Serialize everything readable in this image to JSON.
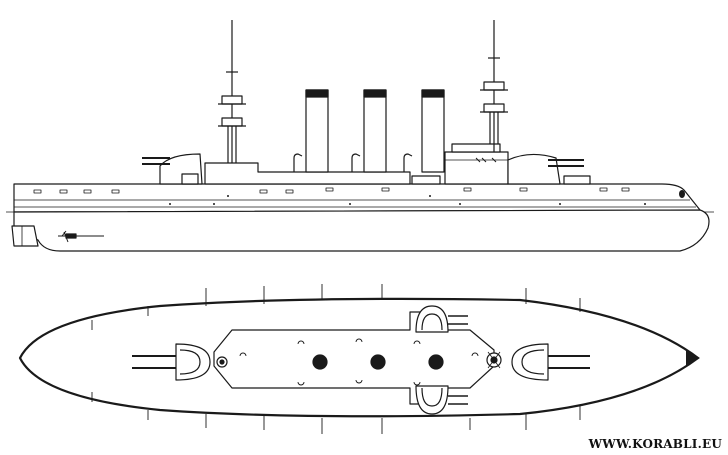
{
  "watermark": {
    "text": "WWW.KORABLI.EU"
  },
  "drawing": {
    "views": [
      "side-profile",
      "plan-view"
    ],
    "colors": {
      "line": "#1a1a1a",
      "hull": "#ffffff",
      "funnel_band": "#1a1a1a"
    }
  }
}
